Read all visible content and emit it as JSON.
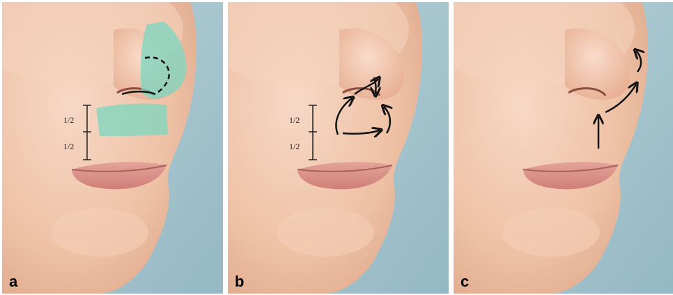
{
  "figure": {
    "panels": [
      {
        "label": "a",
        "measure_labels": [
          "1/2",
          "1/2"
        ],
        "overlay_color": "#7fd6c0"
      },
      {
        "label": "b",
        "measure_labels": [
          "1/2",
          "1/2"
        ]
      },
      {
        "label": "c"
      }
    ],
    "colors": {
      "background": "#a8c6cf",
      "skin": "#efc2a6",
      "lip": "#d98c84",
      "annotation": "#111111"
    }
  }
}
